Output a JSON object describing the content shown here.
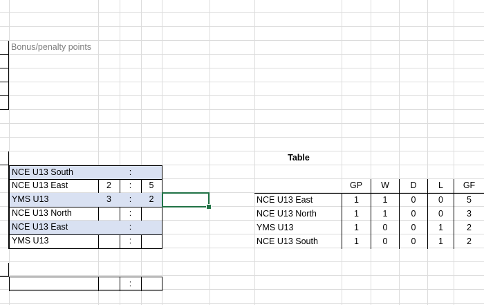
{
  "bonus_label": "Bonus/penalty points",
  "colors": {
    "fixture_shade": "#d9e1f2",
    "selection": "#217346",
    "gridline": "#dcdcdc"
  },
  "fixtures": [
    {
      "home": "NCE U13 South",
      "home_goals": "",
      "sep": ":",
      "away_goals": "",
      "shaded": true
    },
    {
      "home": "NCE U13 East",
      "home_goals": "2",
      "sep": ":",
      "away_goals": "5",
      "shaded": false
    },
    {
      "home": "YMS U13",
      "home_goals": "3",
      "sep": ":",
      "away_goals": "2",
      "shaded": true
    },
    {
      "home": "NCE U13 North",
      "home_goals": "",
      "sep": ":",
      "away_goals": "",
      "shaded": false
    },
    {
      "home": "NCE U13 East",
      "home_goals": "",
      "sep": ":",
      "away_goals": "",
      "shaded": true
    },
    {
      "home": "YMS U13",
      "home_goals": "",
      "sep": ":",
      "away_goals": "",
      "shaded": false
    }
  ],
  "extra_fixture": {
    "home": "",
    "home_goals": "",
    "sep": ":",
    "away_goals": ""
  },
  "standings": {
    "title": "Table",
    "headers": [
      "GP",
      "W",
      "D",
      "L",
      "GF"
    ],
    "rows": [
      {
        "team": "NCE U13 East",
        "values": [
          "1",
          "1",
          "0",
          "0",
          "5"
        ]
      },
      {
        "team": "NCE U13 North",
        "values": [
          "1",
          "1",
          "0",
          "0",
          "3"
        ]
      },
      {
        "team": "YMS U13",
        "values": [
          "1",
          "0",
          "0",
          "1",
          "2"
        ]
      },
      {
        "team": "NCE U13 South",
        "values": [
          "1",
          "0",
          "0",
          "1",
          "2"
        ]
      }
    ]
  }
}
